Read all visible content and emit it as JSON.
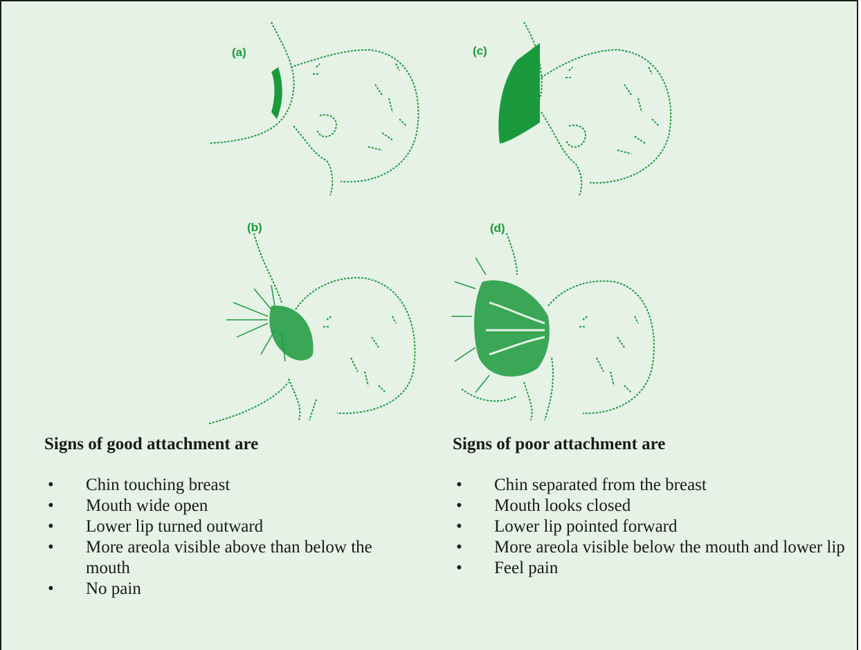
{
  "figures": {
    "a": {
      "label": "(a)"
    },
    "b": {
      "label": "(b)"
    },
    "c": {
      "label": "(c)"
    },
    "d": {
      "label": "(d)"
    }
  },
  "good": {
    "heading": "Signs of good attachment are",
    "items": [
      "Chin touching breast",
      "Mouth wide open",
      "Lower lip turned outward",
      "More areola visible above than below the mouth",
      "No pain"
    ]
  },
  "poor": {
    "heading": "Signs of poor attachment are",
    "items": [
      "Chin separated from the breast",
      "Mouth looks closed",
      "Lower lip pointed forward",
      "More areola visible below the mouth and lower lip",
      "Feel pain"
    ]
  },
  "colors": {
    "panel_background": "#e6f2e6",
    "illustration_green": "#1a9a3c",
    "text": "#1a1a1a",
    "border": "#1a1a1a"
  }
}
